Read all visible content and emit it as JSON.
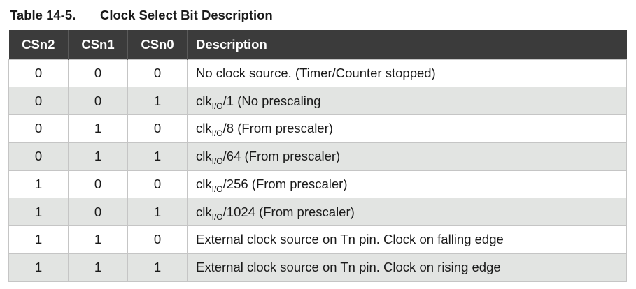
{
  "caption": {
    "number": "Table 14-5.",
    "title": "Clock Select Bit Description"
  },
  "table": {
    "headers": [
      "CSn2",
      "CSn1",
      "CSn0",
      "Description"
    ],
    "rows": [
      {
        "cs2": "0",
        "cs1": "0",
        "cs0": "0",
        "desc": {
          "pre": "No clock source. (Timer/Counter stopped)",
          "sub": "",
          "post": ""
        }
      },
      {
        "cs2": "0",
        "cs1": "0",
        "cs0": "1",
        "desc": {
          "pre": "clk",
          "sub": "I/O",
          "post": "/1 (No prescaling"
        }
      },
      {
        "cs2": "0",
        "cs1": "1",
        "cs0": "0",
        "desc": {
          "pre": "clk",
          "sub": "I/O",
          "post": "/8 (From prescaler)"
        }
      },
      {
        "cs2": "0",
        "cs1": "1",
        "cs0": "1",
        "desc": {
          "pre": "clk",
          "sub": "I/O",
          "post": "/64 (From prescaler)"
        }
      },
      {
        "cs2": "1",
        "cs1": "0",
        "cs0": "0",
        "desc": {
          "pre": "clk",
          "sub": "I/O",
          "post": "/256 (From prescaler)"
        }
      },
      {
        "cs2": "1",
        "cs1": "0",
        "cs0": "1",
        "desc": {
          "pre": "clk",
          "sub": "I/O",
          "post": "/1024 (From prescaler)"
        }
      },
      {
        "cs2": "1",
        "cs1": "1",
        "cs0": "0",
        "desc": {
          "pre": "External clock source on Tn pin. Clock on falling edge",
          "sub": "",
          "post": ""
        }
      },
      {
        "cs2": "1",
        "cs1": "1",
        "cs0": "1",
        "desc": {
          "pre": "External clock source on Tn pin. Clock on rising edge",
          "sub": "",
          "post": ""
        }
      }
    ]
  },
  "colors": {
    "header_bg": "#3b3b3b",
    "header_text": "#ffffff",
    "row_alt_bg": "#e2e4e2",
    "border": "#c5c5c5"
  }
}
